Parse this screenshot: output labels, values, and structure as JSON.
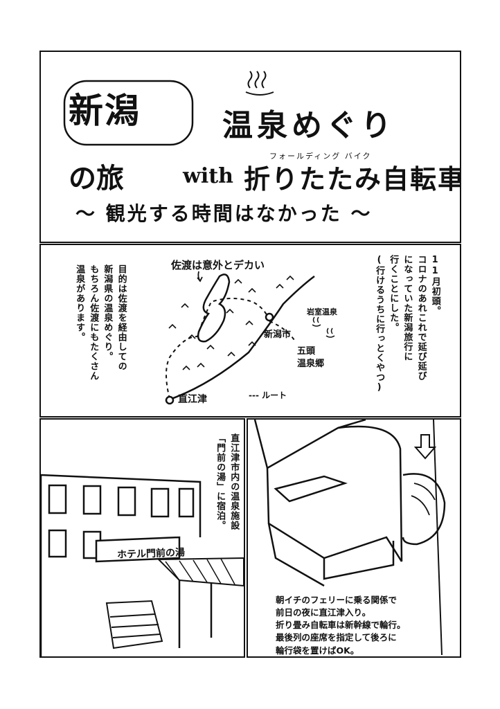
{
  "title": {
    "niigata": "新潟",
    "onsen_meguri": "温泉めぐり",
    "no_tabi": "の旅",
    "with": "with",
    "bike": "折りたたみ自転車",
    "bike_ruby": "フォールディング バイク",
    "subtitle": "〜 観光する時間はなかった 〜"
  },
  "panel2": {
    "left_text": "目的は佐渡を経由しての\n新潟県の温泉めぐり。\nもちろん佐渡にもたくさん\n温泉があります。",
    "right_text": "11月初頭。\nコロナのあれこれで延び延び\nになっていた新潟旅行に\n行くことにした。\n(行けるうちに行っとくやつ)",
    "map": {
      "sado_label": "佐渡は意外とデカい",
      "niigata_city": "新潟市",
      "naoetsu": "直江津",
      "iwamuro": "岩室温泉",
      "gozu_onsenkyo_1": "五頭",
      "gozu_onsenkyo_2": "温泉郷",
      "route_legend": "--- ルート"
    }
  },
  "panel3": {
    "text": "直江津市内の温泉施設\n「門前の湯」に宿泊。",
    "sign": "ホテル門前の湯"
  },
  "panel4": {
    "caption": "朝イチのフェリーに乗る関係で\n前日の夜に直江津入り。\n折り畳み自転車は新幹線で輪行。\n最後列の座席を指定して後ろに\n輪行袋を置けばOK。"
  }
}
